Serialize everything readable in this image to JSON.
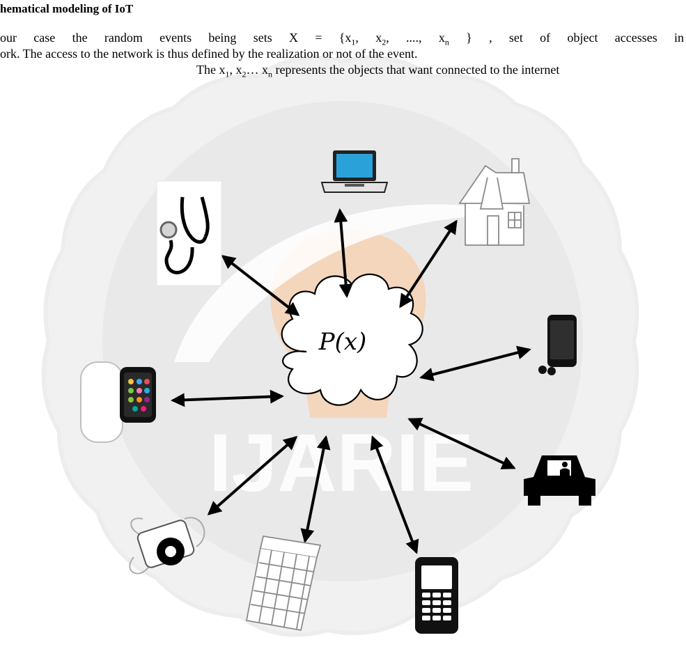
{
  "section_heading": "hematical modeling of IoT",
  "paragraph": {
    "line1_prefix": "our case the random events being sets X = {x",
    "line1_sep1": ", x",
    "line1_sep2": ", ...., x",
    "line1_suffix": " } , set of object accesses in",
    "line2": "ork. The access to the network is thus defined by the realization or not of the event.",
    "line3_prefix": "The x",
    "line3_sep1": ", x",
    "line3_sep2": "… x",
    "line3_suffix": " represents the objects that want connected to the internet",
    "sub_1": "1",
    "sub_2": "2",
    "sub_n": "n"
  },
  "diagram": {
    "center_label": "P(x)",
    "objects": [
      "laptop",
      "house",
      "stethoscope",
      "mobile-phone",
      "smartwatch",
      "car",
      "camera",
      "calendar",
      "cell-phone"
    ]
  },
  "watermark": {
    "text": "IJARIE"
  },
  "colors": {
    "watermark_gray": "#e0e0e0",
    "watermark_orange": "#f6d1b2",
    "arrow": "#000000"
  }
}
